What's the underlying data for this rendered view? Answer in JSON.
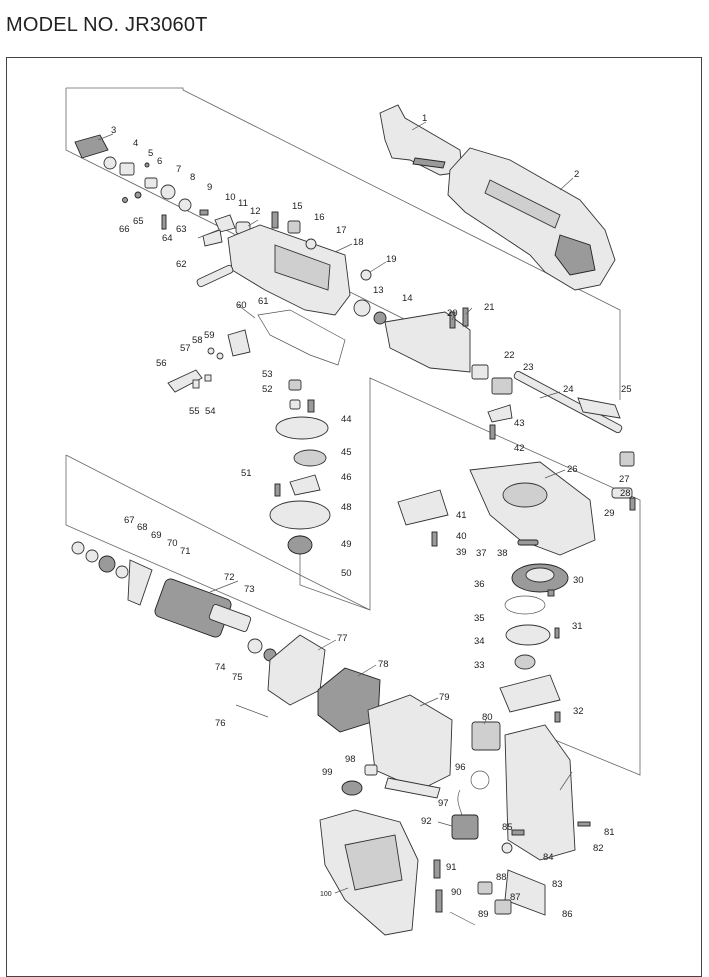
{
  "header": {
    "model": "MODEL NO. JR3060T"
  },
  "callouts": [
    "1",
    "2",
    "3",
    "4",
    "5",
    "6",
    "7",
    "8",
    "9",
    "10",
    "11",
    "12",
    "13",
    "14",
    "15",
    "16",
    "17",
    "18",
    "19",
    "20",
    "21",
    "22",
    "23",
    "24",
    "25",
    "26",
    "27",
    "28",
    "29",
    "30",
    "31",
    "32",
    "33",
    "34",
    "35",
    "36",
    "37",
    "38",
    "39",
    "40",
    "41",
    "42",
    "43",
    "44",
    "45",
    "46",
    "48",
    "49",
    "50",
    "51",
    "52",
    "53",
    "54",
    "55",
    "56",
    "57",
    "58",
    "59",
    "60",
    "61",
    "62",
    "63",
    "64",
    "65",
    "66",
    "67",
    "68",
    "69",
    "70",
    "71",
    "72",
    "73",
    "74",
    "75",
    "76",
    "77",
    "78",
    "79",
    "80",
    "81",
    "82",
    "83",
    "84",
    "85",
    "86",
    "87",
    "88",
    "89",
    "90",
    "91",
    "92",
    "96",
    "97",
    "98",
    "99",
    "100"
  ]
}
